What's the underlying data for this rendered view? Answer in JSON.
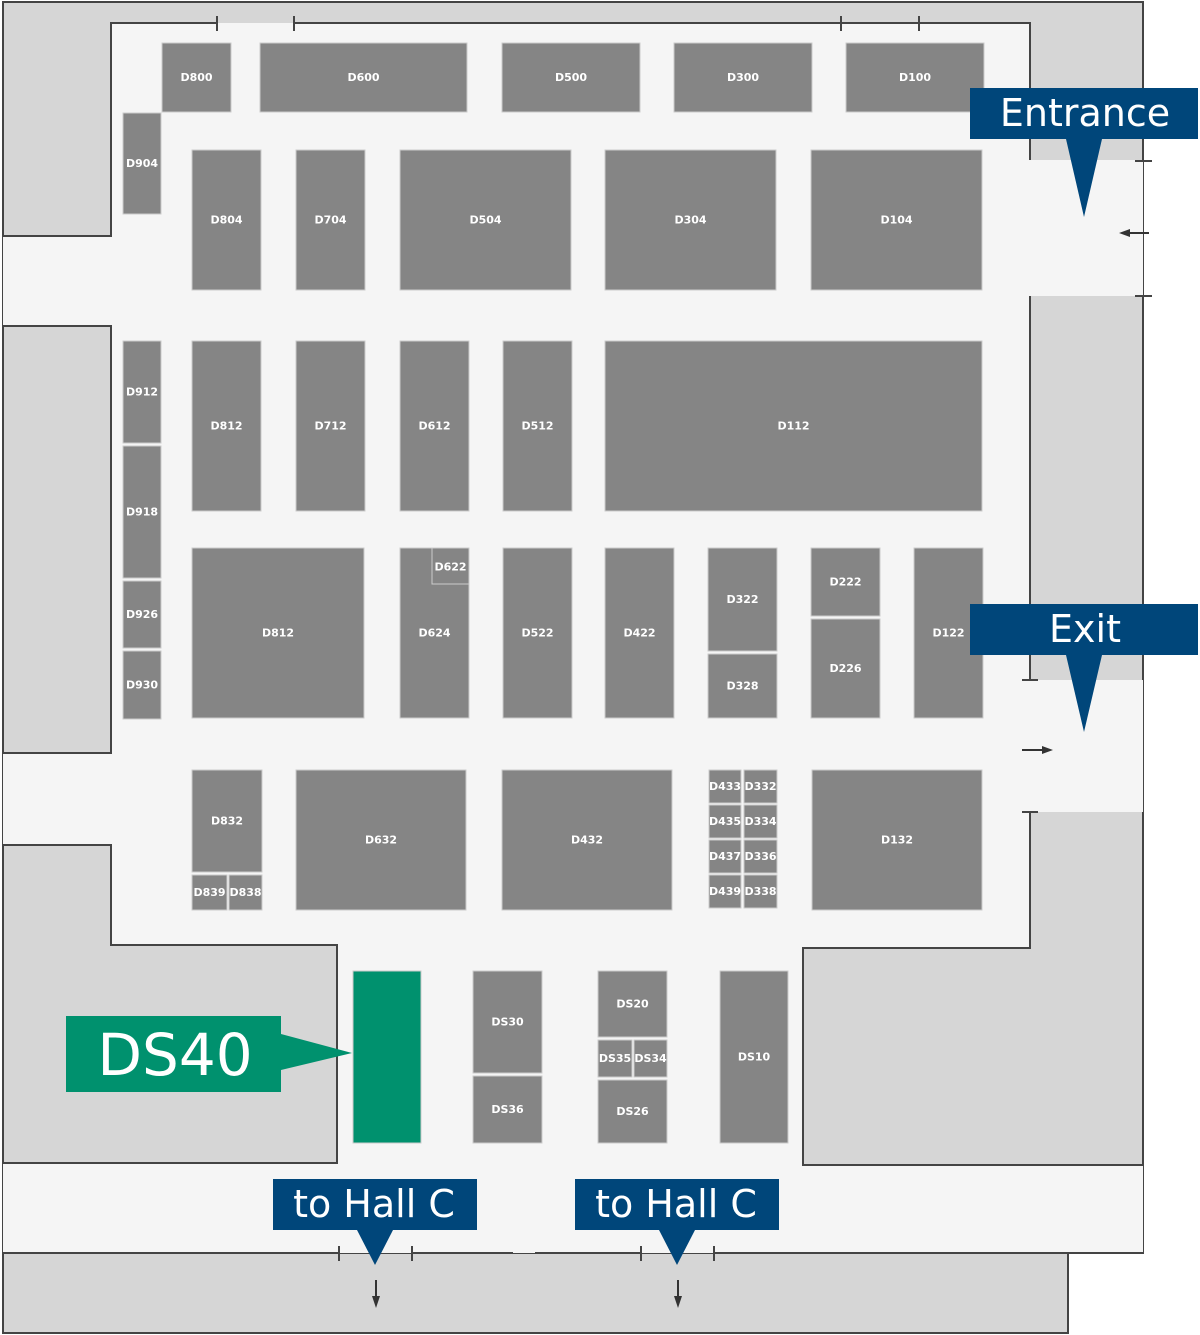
{
  "colors": {
    "booth": "#858585",
    "highlight": "#00916e",
    "callout": "#00467a",
    "floor": "#f5f5f5",
    "outside": "#d6d6d6",
    "wall": "#444444"
  },
  "callouts": {
    "entrance": "Entrance",
    "exit": "Exit",
    "highlight": "DS40",
    "hall_c_left": "to Hall C",
    "hall_c_right": "to Hall C"
  },
  "booths": [
    "D800",
    "D600",
    "D500",
    "D300",
    "D100",
    "D904",
    "D804",
    "D704",
    "D504",
    "D304",
    "D104",
    "D912",
    "D918",
    "D926",
    "D930",
    "D812",
    "D712",
    "D612",
    "D512",
    "D112",
    "D812",
    "D624",
    "D622",
    "D522",
    "D422",
    "D322",
    "D328",
    "D222",
    "D226",
    "D122",
    "D832",
    "D839",
    "D838",
    "D632",
    "D432",
    "D433",
    "D332",
    "D435",
    "D334",
    "D437",
    "D336",
    "D439",
    "D338",
    "D132",
    "DS40",
    "DS30",
    "DS36",
    "DS20",
    "DS35",
    "DS34",
    "DS26",
    "DS10"
  ],
  "highlighted_booth": "DS40"
}
